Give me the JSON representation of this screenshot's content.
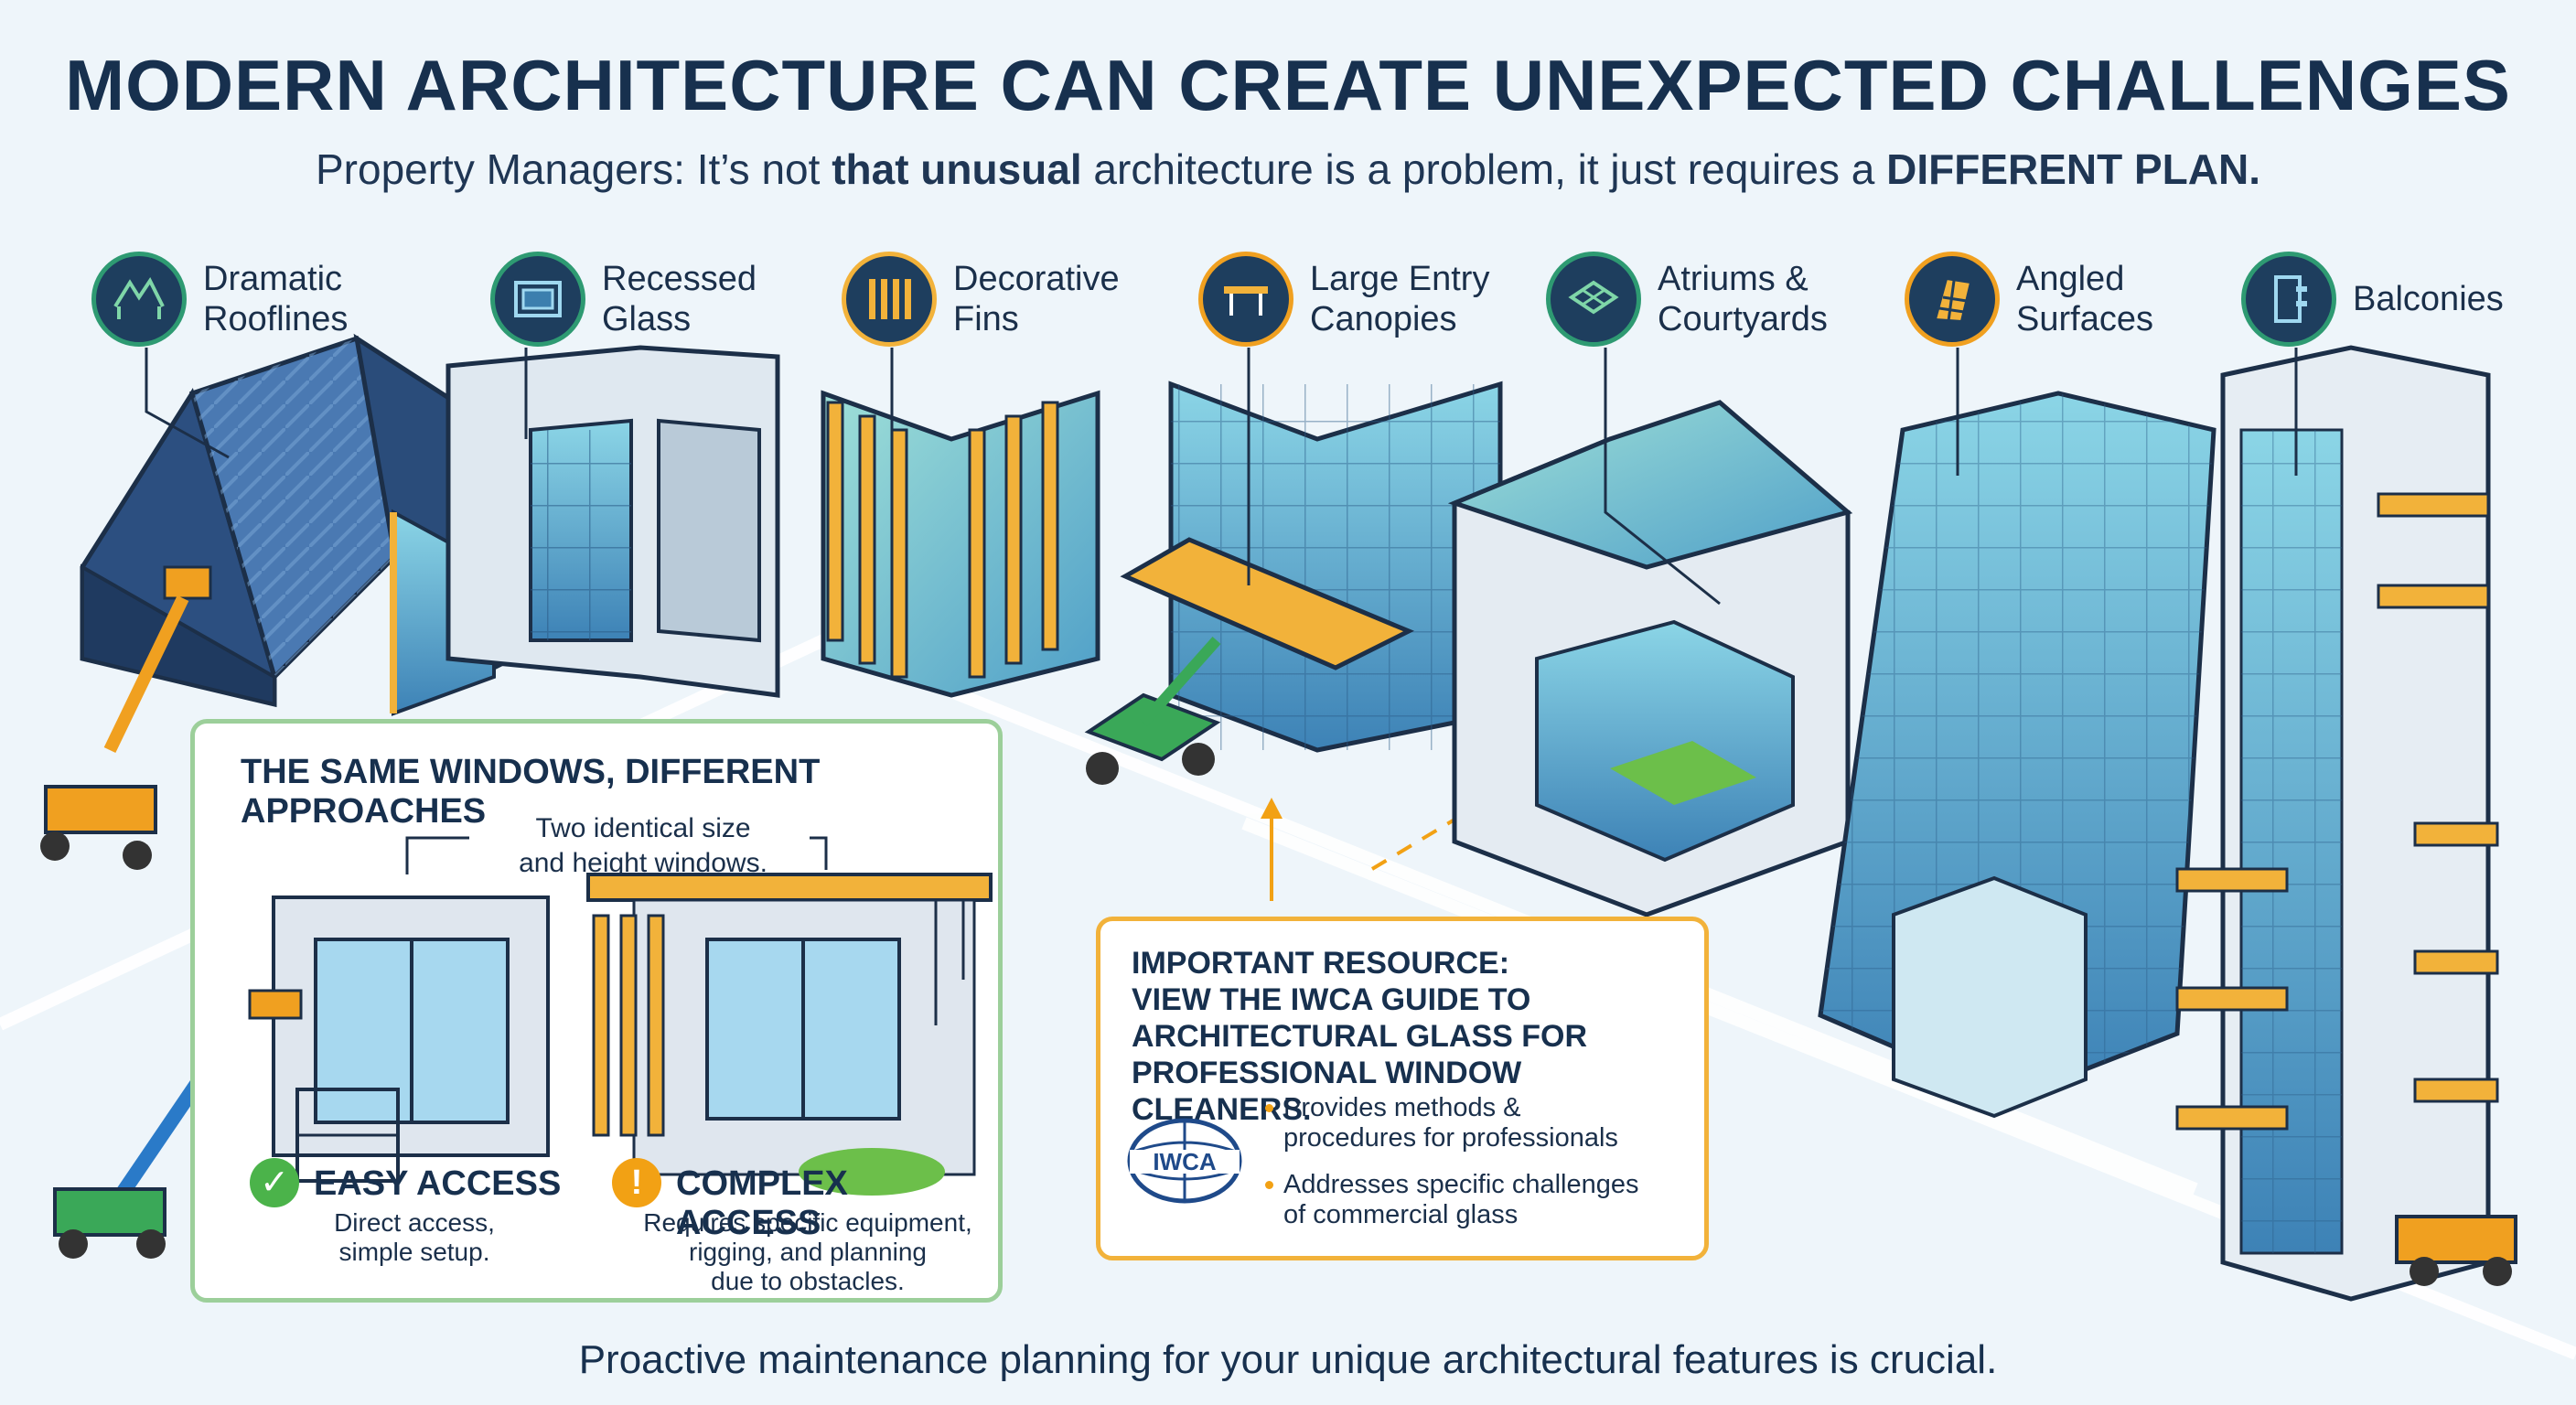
{
  "header": {
    "title": "MODERN ARCHITECTURE CAN CREATE UNEXPECTED CHALLENGES",
    "subtitle_part1": "Property Managers: It’s not ",
    "subtitle_bold1": "that unusual",
    "subtitle_part2": " architecture is a problem, it just requires a ",
    "subtitle_bold2": "DIFFERENT PLAN."
  },
  "features": [
    {
      "line1": "Dramatic",
      "line2": "Rooflines",
      "icon": "roofline-icon"
    },
    {
      "line1": "Recessed",
      "line2": "Glass",
      "icon": "recessed-glass-icon"
    },
    {
      "line1": "Decorative",
      "line2": "Fins",
      "icon": "fins-icon"
    },
    {
      "line1": "Large Entry",
      "line2": "Canopies",
      "icon": "canopy-icon"
    },
    {
      "line1": "Atriums &",
      "line2": "Courtyards",
      "icon": "atrium-icon"
    },
    {
      "line1": "Angled",
      "line2": "Surfaces",
      "icon": "angled-surface-icon"
    },
    {
      "line1": "Balconies",
      "line2": "",
      "icon": "balcony-icon"
    }
  ],
  "comparison": {
    "title": "THE SAME WINDOWS, DIFFERENT APPROACHES",
    "note_line1": "Two identical size",
    "note_line2": "and height windows.",
    "easy": {
      "title": "EASY ACCESS",
      "desc_line1": "Direct access,",
      "desc_line2": "simple setup."
    },
    "complex": {
      "title": "COMPLEX ACCESS",
      "desc_line1": "Requires specific equipment,",
      "desc_line2": "rigging, and planning",
      "desc_line3": "due to obstacles."
    }
  },
  "resource": {
    "title_line1": "IMPORTANT RESOURCE:",
    "title_line2": "VIEW THE IWCA GUIDE TO",
    "title_line3": "ARCHITECTURAL GLASS FOR",
    "title_line4": "PROFESSIONAL WINDOW CLEANERS.",
    "logo_text": "IWCA",
    "point1_line1": "Provides methods &",
    "point1_line2": "procedures for professionals",
    "point2_line1": "Addresses specific challenges",
    "point2_line2": "of commercial glass"
  },
  "footer": {
    "text": "Proactive maintenance planning for your unique architectural features is crucial."
  },
  "colors": {
    "navy": "#17304e",
    "glass": "#7fc6d8",
    "glass_dark": "#3c7fae",
    "accent_yellow": "#f2b23a",
    "accent_green": "#9ccf9a",
    "lift_orange": "#f0a020",
    "lift_green": "#3aa858"
  }
}
